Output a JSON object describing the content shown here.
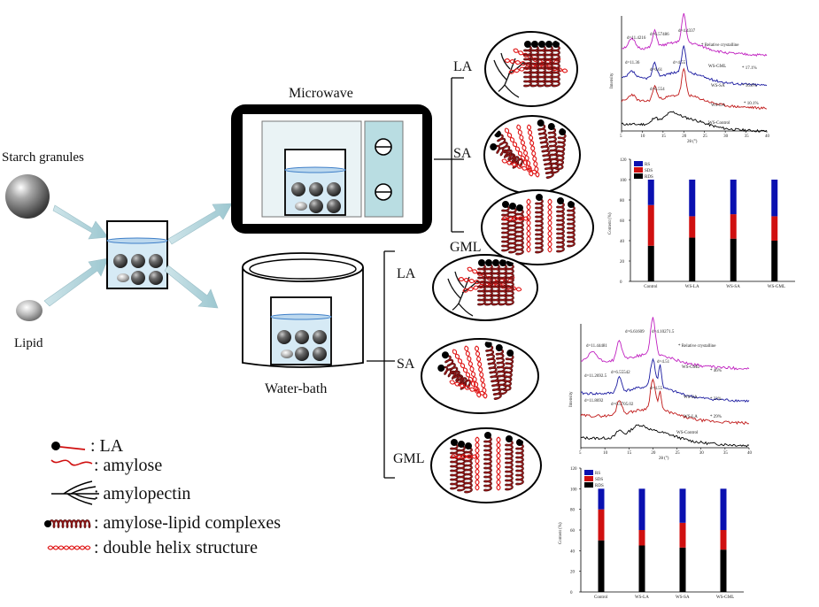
{
  "labels": {
    "starch": "Starch granules",
    "lipid": "Lipid",
    "microwave": "Microwave",
    "waterbath": "Water-bath",
    "la_top": "LA",
    "sa_top": "SA",
    "gml_top": "GML",
    "la_bot": "LA",
    "sa_bot": "SA",
    "gml_bot": "GML"
  },
  "legend": {
    "la": ": LA",
    "amylose": ": amylose",
    "amylopectin": ": amylopectin",
    "complex": ": amylose-lipid complexes",
    "helix": ": double helix structure"
  },
  "colors": {
    "rds": "#000000",
    "sds": "#d01010",
    "rs": "#0a10b0",
    "xrd_control": "#000000",
    "xrd_la": "#c01818",
    "xrd_sa": "#1a1aa0",
    "xrd_gml": "#c020c0"
  },
  "xrd_top": {
    "ylabel": "Intensity",
    "xlabel": "2θ (°)",
    "note": "* Relative crystalline",
    "xticks": [
      "5",
      "10",
      "15",
      "20",
      "25",
      "30",
      "35",
      "40"
    ],
    "series": [
      "WS-Control",
      "WS-LA",
      "WS-SA",
      "WS-GML"
    ],
    "percents": [
      "* 10.1%",
      "* 16.0%",
      "* 17.1%"
    ],
    "d_labels": [
      "d=11.4216",
      "d=6.57486",
      "d=4.4337",
      "d=11.36",
      "d=6.61",
      "d=4.55",
      "d=6.554"
    ]
  },
  "xrd_bot": {
    "ylabel": "Intensity",
    "xlabel": "2θ (°)",
    "note": "* Relative crystalline",
    "xticks": [
      "5",
      "10",
      "15",
      "20",
      "25",
      "30",
      "35",
      "40"
    ],
    "series": [
      "WS-Control",
      "WS-LA",
      "WS-SA",
      "WS-GML"
    ],
    "percents": [
      "* 29%",
      "* 33%",
      "* 46%"
    ],
    "d_labels": [
      "d=11.44481",
      "d=6.61609",
      "d=4.10271.5",
      "d=11.2692.5",
      "d=6.55542",
      "d=4.51",
      "d=11.8692",
      "d=6.5705.02",
      "d=4.55"
    ]
  },
  "chart_data": [
    {
      "type": "bar",
      "title": "",
      "ylabel": "Content (%)",
      "xlabel": "",
      "categories": [
        "Control",
        "WS-LA",
        "WS-SA",
        "WS-GML"
      ],
      "ylim": [
        0,
        120
      ],
      "yticks": [
        "0",
        "20",
        "40",
        "60",
        "80",
        "100",
        "120"
      ],
      "stacked": true,
      "legend_position": "top-left",
      "series": [
        {
          "name": "RDS",
          "values": [
            35,
            43,
            42,
            40
          ]
        },
        {
          "name": "SDS",
          "values": [
            40,
            21,
            24,
            24
          ]
        },
        {
          "name": "RS",
          "values": [
            25,
            36,
            34,
            36
          ]
        }
      ]
    },
    {
      "type": "bar",
      "title": "",
      "ylabel": "Content (%)",
      "xlabel": "",
      "categories": [
        "Control",
        "WS-LA",
        "WS-SA",
        "WS-GML"
      ],
      "ylim": [
        0,
        120
      ],
      "yticks": [
        "0",
        "20",
        "40",
        "60",
        "80",
        "100",
        "120"
      ],
      "stacked": true,
      "legend_position": "top-left",
      "series": [
        {
          "name": "RDS",
          "values": [
            50,
            45,
            43,
            41
          ]
        },
        {
          "name": "SDS",
          "values": [
            30,
            15,
            24,
            19
          ]
        },
        {
          "name": "RS",
          "values": [
            20,
            40,
            33,
            40
          ]
        }
      ]
    }
  ]
}
